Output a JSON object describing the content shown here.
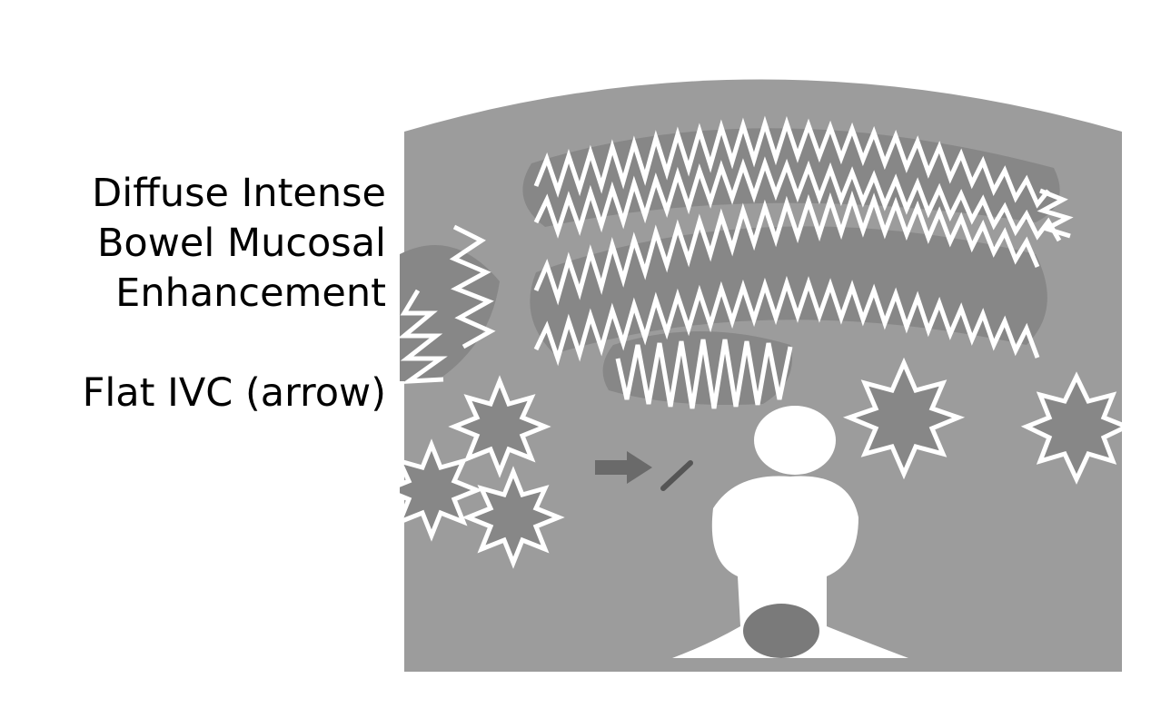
{
  "caption": {
    "lines": [
      "Diffuse Intense",
      "Bowel Mucosal",
      "Enhancement"
    ],
    "arrow_note": "Flat IVC (arrow)"
  },
  "colors": {
    "background": "#ffffff",
    "body_fill": "#9c9c9c",
    "bowel_lumen": "#868686",
    "mucosa_white": "#ffffff",
    "arrow": "#6a6a6a",
    "ivc": "#555555",
    "spinal_canal": "#7a7a7a"
  },
  "figure": {
    "structures": [
      "enhancing-bowel-loops",
      "aorta",
      "flat-ivc",
      "arrow",
      "vertebral-body",
      "spinal-canal"
    ]
  }
}
